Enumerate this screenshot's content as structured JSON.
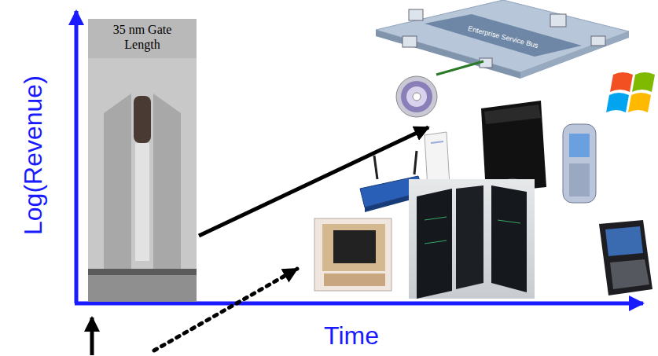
{
  "diagram": {
    "nodes": [
      {
        "text": [
          "35 nm Gate Length"
        ]
      }
    ],
    "edges": [],
    "labels": [
      "Log(Revenue)",
      "Time",
      "Enterprise Service Bus"
    ]
  }
}
